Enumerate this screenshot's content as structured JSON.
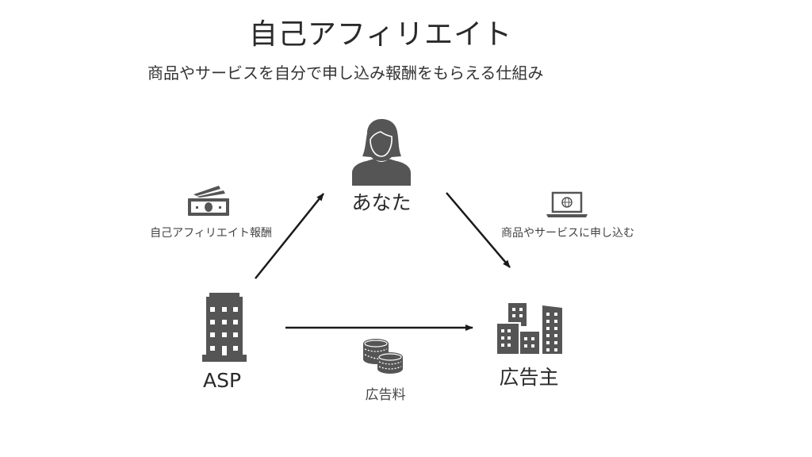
{
  "title": "自己アフィリエイト",
  "subtitle": "商品やサービスを自分で申し込み報酬をもらえる仕組み",
  "nodes": {
    "you": {
      "label": "あなた",
      "icon": "person-icon"
    },
    "asp": {
      "label": "ASP",
      "icon": "office-building-icon"
    },
    "advertiser": {
      "label": "広告主",
      "icon": "city-buildings-icon"
    }
  },
  "edges": {
    "asp_to_you": {
      "label": "自己アフィリエイト報酬",
      "icon": "banknote-icon"
    },
    "you_to_advertiser": {
      "label": "商品やサービスに申し込む",
      "icon": "laptop-globe-icon"
    },
    "asp_advertiser": {
      "label": "広告料",
      "icon": "coins-icon"
    }
  },
  "colors": {
    "icon": "#555555",
    "arrow": "#1a1a1a",
    "text": "#2a2a2a"
  }
}
